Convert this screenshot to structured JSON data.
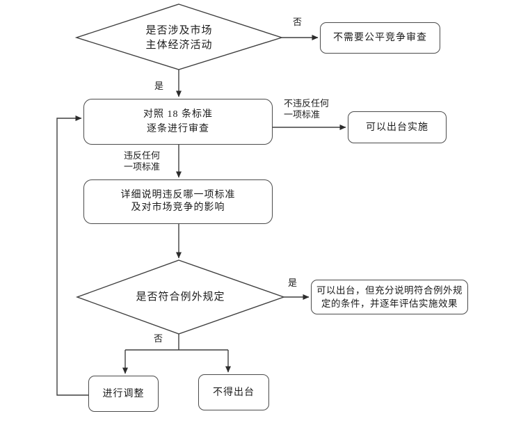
{
  "page": {
    "background": "#ffffff",
    "line_color": "#3f3f3f",
    "text_color": "#1b1b1b"
  },
  "diagram": {
    "decisions": {
      "market": {
        "line1": "是否涉及市场",
        "line2": "主体经济活动"
      },
      "exception": {
        "label": "是否符合例外规定"
      }
    },
    "nodes": {
      "no_review": {
        "label": "不需要公平竞争审查"
      },
      "check_standards": {
        "line1": "对照 18 条标准",
        "line2": "逐条进行审查"
      },
      "implement": {
        "label": "可以出台实施"
      },
      "explain": {
        "line1": "详细说明违反哪一项标准",
        "line2": "及对市场竞争的影响"
      },
      "exception_ok": {
        "line1": "可以出台，但充分说明符合例外规",
        "line2": "定的条件，并逐年评估实施效果"
      },
      "adjust": {
        "label": "进行调整"
      },
      "forbid": {
        "label": "不得出台"
      }
    },
    "edge_labels": {
      "market_no": "否",
      "market_yes": "是",
      "pass_line1": "不违反任何",
      "pass_line2": "一项标准",
      "violate_line1": "违反任何",
      "violate_line2": "一项标准",
      "exception_yes": "是",
      "exception_no": "否"
    }
  }
}
